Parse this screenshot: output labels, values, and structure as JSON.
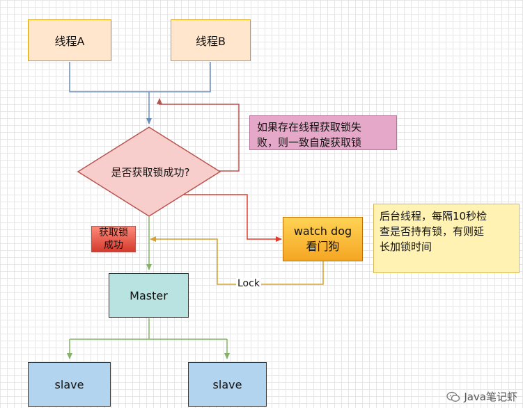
{
  "nodes": {
    "thread_a": "线程A",
    "thread_b": "线程B",
    "decision": "是否获取锁成功?",
    "master": "Master",
    "slave_left": "slave",
    "slave_right": "slave",
    "watchdog_line1": "watch dog",
    "watchdog_line2": "看门狗"
  },
  "notes": {
    "retry_line1": "如果存在线程获取锁失",
    "retry_line2": "败，则一致自旋获取锁",
    "watchdog_line1": "后台线程，每隔10秒检",
    "watchdog_line2": "查是否持有锁，有则延",
    "watchdog_line3": "长加锁时间"
  },
  "badges": {
    "success_line1": "获取锁",
    "success_line2": "成功"
  },
  "edge_labels": {
    "lock": "Lock"
  },
  "watermark": {
    "text": "Java笔记虾"
  },
  "colors": {
    "thread_fill": "#ffe6cc",
    "thread_border": "#d79b00",
    "decision_fill": "#f8cecc",
    "decision_border": "#b85450",
    "master_fill": "#b9e3e1",
    "slave_fill": "#b3d4ef",
    "edge_blue": "#6c8ebf",
    "edge_red_dark": "#b85450",
    "edge_red": "#e03b2e",
    "edge_green": "#82b366",
    "edge_orange": "#d6a12f"
  }
}
